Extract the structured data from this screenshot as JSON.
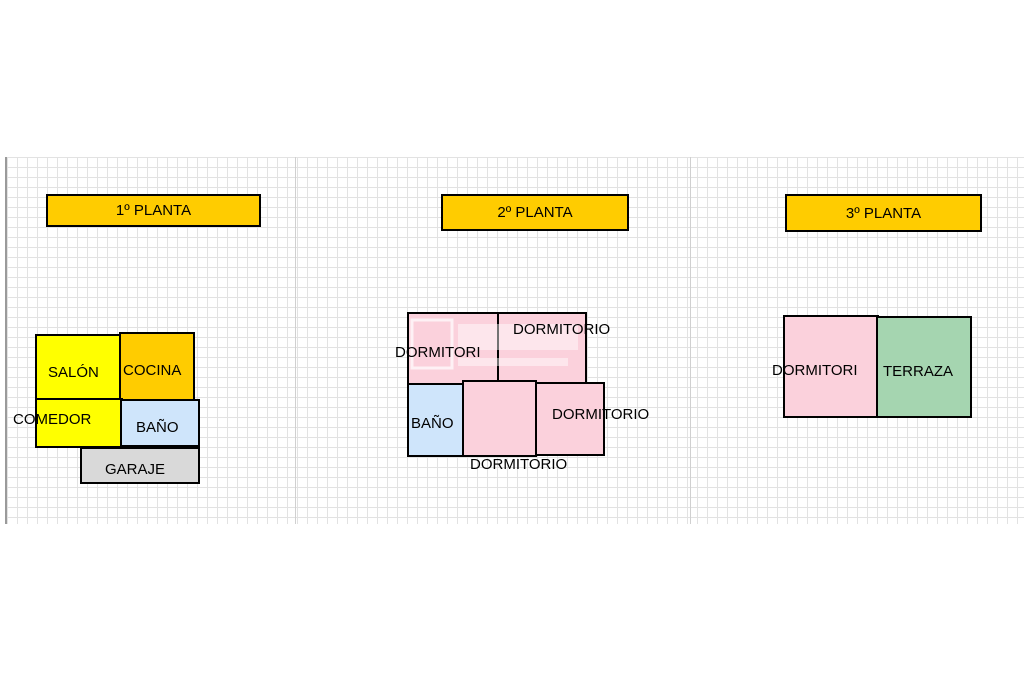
{
  "floors": [
    {
      "title": "1º PLANTA",
      "rooms": {
        "salon": "SALÓN",
        "cocina": "COCINA",
        "comedor": "COMEDOR",
        "bano": "BAÑO",
        "garaje": "GARAJE"
      }
    },
    {
      "title": "2º PLANTA",
      "rooms": {
        "dormitorio_a": "DORMITORI",
        "dormitorio_b": "DORMITORIO",
        "bano": "BAÑO",
        "dormitorio_c": "DORMITORIO",
        "dormitorio_d": "DORMITORIO"
      }
    },
    {
      "title": "3º PLANTA",
      "rooms": {
        "dormitorio": "DORMITORI",
        "terraza": "TERRAZA"
      }
    }
  ],
  "colors": {
    "banner": "#ffcc00",
    "living": "#ffff00",
    "kitchen": "#ffcc00",
    "bathroom": "#cfe5fb",
    "garage": "#d9d9d9",
    "bedroom": "#fbd1dc",
    "terrace": "#a5d5b0"
  }
}
